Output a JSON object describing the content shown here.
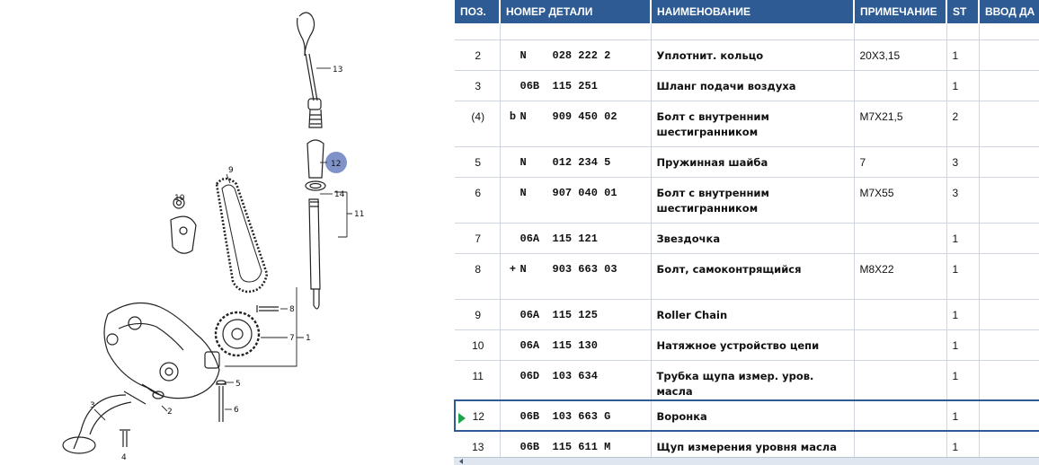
{
  "table": {
    "headers": {
      "pos": "ПОЗ.",
      "number": "НОМЕР ДЕТАЛИ",
      "name": "НАИМЕНОВАНИЕ",
      "note": "ПРИМЕЧАНИЕ",
      "st": "ST",
      "input": "ВВОД ДА"
    },
    "rows": [
      {
        "pos": "2",
        "flag": "",
        "part": "N    028 222 2",
        "name": "Уплотнит. кольцо",
        "note": "20X3,15",
        "st": "1"
      },
      {
        "pos": "3",
        "flag": "",
        "part": "06B  115 251",
        "name": "Шланг подачи воздуха",
        "note": "",
        "st": "1"
      },
      {
        "pos": "(4)",
        "flag": "b",
        "part": "N    909 450 02",
        "name": "Болт с внутренним шестигранником",
        "note": "M7X21,5",
        "st": "2"
      },
      {
        "pos": "5",
        "flag": "",
        "part": "N    012 234 5",
        "name": "Пружинная шайба",
        "note": "7",
        "st": "3"
      },
      {
        "pos": "6",
        "flag": "",
        "part": "N    907 040 01",
        "name": "Болт с внутренним шестигранником",
        "note": "M7X55",
        "st": "3"
      },
      {
        "pos": "7",
        "flag": "",
        "part": "06A  115 121",
        "name": "Звездочка",
        "note": "",
        "st": "1"
      },
      {
        "pos": "8",
        "flag": "+",
        "part": "N    903 663 03",
        "name": "Болт, самоконтрящийся",
        "note": "M8X22",
        "st": "1"
      },
      {
        "pos": "9",
        "flag": "",
        "part": "06A  115 125",
        "name": "Roller Chain",
        "note": "",
        "st": "1"
      },
      {
        "pos": "10",
        "flag": "",
        "part": "06A  115 130",
        "name": "Натяжное устройство цепи",
        "note": "",
        "st": "1"
      },
      {
        "pos": "11",
        "flag": "",
        "part": "06D  103 634",
        "name": "Трубка щупа измер. уров. масла",
        "note": "",
        "st": "1"
      },
      {
        "pos": "12",
        "flag": "",
        "part": "06B  103 663 G",
        "name": "Воронка",
        "note": "",
        "st": "1"
      },
      {
        "pos": "13",
        "flag": "",
        "part": "06B  115 611 M",
        "name": "Щуп измерения уровня масла",
        "note": "",
        "st": "1"
      }
    ]
  },
  "diagram": {
    "callouts": [
      "13",
      "12",
      "14",
      "11",
      "9",
      "10",
      "8",
      "7",
      "1",
      "5",
      "6",
      "3",
      "2",
      "4"
    ],
    "highlight_color": "#7f93c9"
  }
}
